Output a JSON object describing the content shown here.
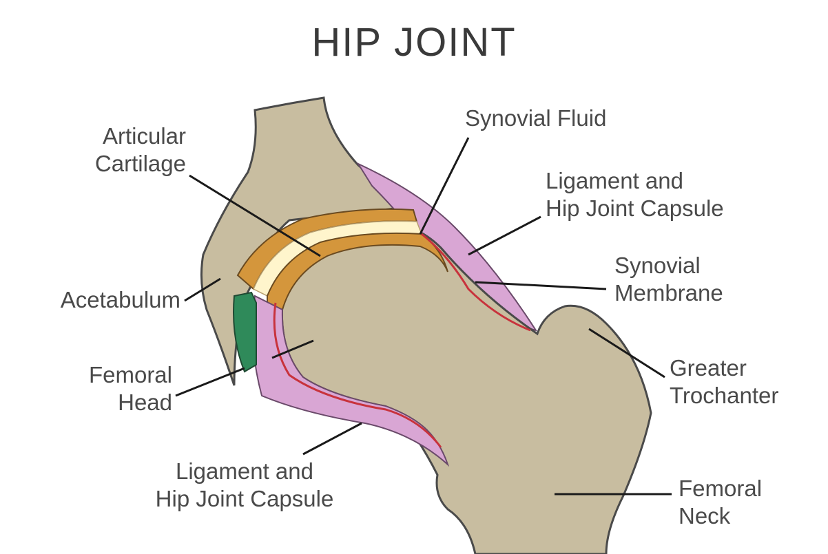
{
  "title": "HIP JOINT",
  "labels": {
    "articular_cartilage": [
      "Articular",
      "Cartilage"
    ],
    "synovial_fluid": [
      "Synovial Fluid"
    ],
    "ligament_upper": [
      "Ligament and",
      "Hip Joint Capsule"
    ],
    "synovial_membrane": [
      "Synovial",
      "Membrane"
    ],
    "acetabulum": [
      "Acetabulum"
    ],
    "femoral_head": [
      "Femoral",
      "Head"
    ],
    "greater_trochanter": [
      "Greater",
      "Trochanter"
    ],
    "ligament_lower": [
      "Ligament and",
      "Hip Joint Capsule"
    ],
    "femoral_neck": [
      "Femoral",
      "Neck"
    ]
  },
  "colors": {
    "bone": "#c8bda0",
    "bone_outline": "#4a4a4a",
    "cartilage_orange": "#d4963c",
    "synovial_fluid": "#fff5cc",
    "capsule_pink": "#d9a6d4",
    "membrane_red": "#c8323c",
    "labrum_green": "#2f8a5a"
  }
}
